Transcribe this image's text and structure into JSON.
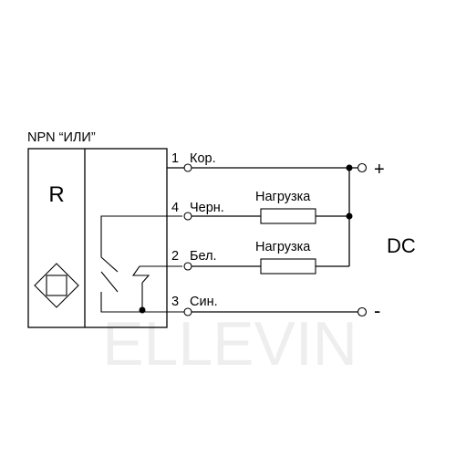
{
  "diagram": {
    "title": "NPN “ИЛИ”",
    "sensor_symbol": "R",
    "wires": [
      {
        "number": "1",
        "label": "Кор."
      },
      {
        "number": "4",
        "label": "Черн."
      },
      {
        "number": "2",
        "label": "Бел."
      },
      {
        "number": "3",
        "label": "Син."
      }
    ],
    "loads": [
      {
        "label": "Нагрузка"
      },
      {
        "label": "Нагрузка"
      }
    ],
    "supply": {
      "label": "DC",
      "positive": "+",
      "negative": "-"
    },
    "watermark": "ELLEVIN"
  },
  "colors": {
    "line": "#000000",
    "watermark": "#eeeeee",
    "background": "#ffffff"
  }
}
